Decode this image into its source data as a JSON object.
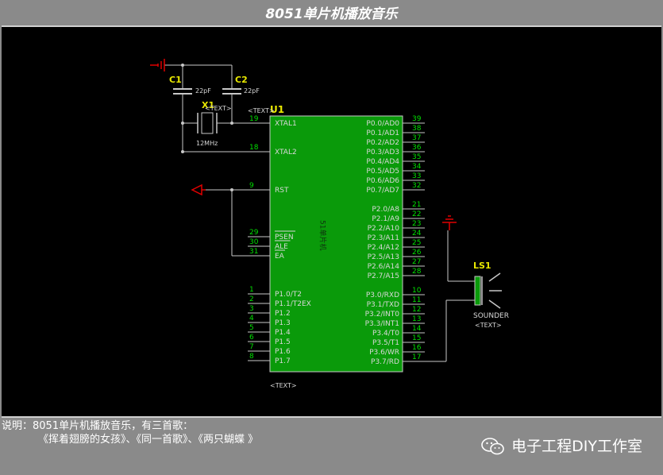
{
  "title": "8051单片机播放音乐",
  "schematic": {
    "colors": {
      "wire": "#c8c8c8",
      "chip": "#0a9a0a",
      "pin_num": "#00e000",
      "label": "#e8e800",
      "ground": "#e00000",
      "text": "#d8d8d8"
    },
    "capacitors": [
      {
        "ref": "C1",
        "value": "22pF"
      },
      {
        "ref": "C2",
        "value": "22pF"
      }
    ],
    "crystal": {
      "ref": "X1",
      "text": "<TEXT>",
      "value": "12MHz"
    },
    "chip": {
      "ref": "U1",
      "text": "<TEXT>",
      "center_label": "51单片机",
      "bottom_text": "<TEXT>",
      "left_pins": [
        {
          "num": "19",
          "name": "XTAL1"
        },
        {
          "num": "18",
          "name": "XTAL2"
        },
        {
          "num": "9",
          "name": "RST"
        },
        {
          "num": "29",
          "name": "PSEN"
        },
        {
          "num": "30",
          "name": "ALE"
        },
        {
          "num": "31",
          "name": "EA"
        },
        {
          "num": "1",
          "name": "P1.0/T2"
        },
        {
          "num": "2",
          "name": "P1.1/T2EX"
        },
        {
          "num": "3",
          "name": "P1.2"
        },
        {
          "num": "4",
          "name": "P1.3"
        },
        {
          "num": "5",
          "name": "P1.4"
        },
        {
          "num": "6",
          "name": "P1.5"
        },
        {
          "num": "7",
          "name": "P1.6"
        },
        {
          "num": "8",
          "name": "P1.7"
        }
      ],
      "right_pins": [
        {
          "num": "39",
          "name": "P0.0/AD0"
        },
        {
          "num": "38",
          "name": "P0.1/AD1"
        },
        {
          "num": "37",
          "name": "P0.2/AD2"
        },
        {
          "num": "36",
          "name": "P0.3/AD3"
        },
        {
          "num": "35",
          "name": "P0.4/AD4"
        },
        {
          "num": "34",
          "name": "P0.5/AD5"
        },
        {
          "num": "33",
          "name": "P0.6/AD6"
        },
        {
          "num": "32",
          "name": "P0.7/AD7"
        },
        {
          "num": "21",
          "name": "P2.0/A8"
        },
        {
          "num": "22",
          "name": "P2.1/A9"
        },
        {
          "num": "23",
          "name": "P2.2/A10"
        },
        {
          "num": "24",
          "name": "P2.3/A11"
        },
        {
          "num": "25",
          "name": "P2.4/A12"
        },
        {
          "num": "26",
          "name": "P2.5/A13"
        },
        {
          "num": "27",
          "name": "P2.6/A14"
        },
        {
          "num": "28",
          "name": "P2.7/A15"
        },
        {
          "num": "10",
          "name": "P3.0/RXD"
        },
        {
          "num": "11",
          "name": "P3.1/TXD"
        },
        {
          "num": "12",
          "name": "P3.2/INT0"
        },
        {
          "num": "13",
          "name": "P3.3/INT1"
        },
        {
          "num": "14",
          "name": "P3.4/T0"
        },
        {
          "num": "15",
          "name": "P3.5/T1"
        },
        {
          "num": "16",
          "name": "P3.6/WR"
        },
        {
          "num": "17",
          "name": "P3.7/RD"
        }
      ]
    },
    "sounder": {
      "ref": "LS1",
      "value": "SOUNDER",
      "text": "<TEXT>"
    }
  },
  "footer": {
    "description_line1": "说明：8051单片机播放音乐，有三首歌：",
    "description_line2": "《挥着翅膀的女孩》、《同一首歌》、《两只蝴蝶 》",
    "brand": "电子工程DIY工作室"
  }
}
